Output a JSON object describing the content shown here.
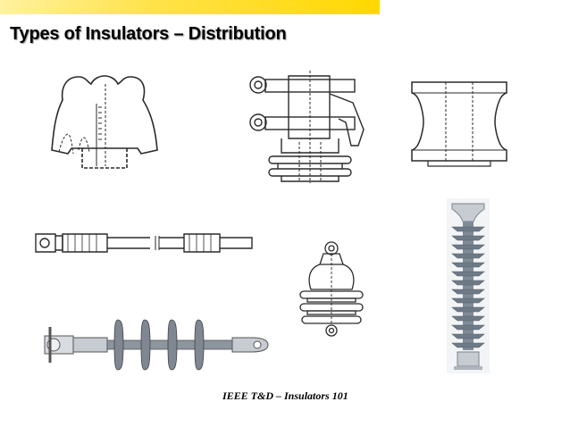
{
  "slide": {
    "title": "Types of Insulators – Distribution",
    "footer": "IEEE T&D – Insulators 101"
  },
  "figures": [
    {
      "id": "pin-type-insulator-drawing"
    },
    {
      "id": "post-type-insulator-with-clamp-drawing"
    },
    {
      "id": "spool-insulator-drawing"
    },
    {
      "id": "suspension-rod-insulator-drawing"
    },
    {
      "id": "small-pin-insulator-drawing"
    },
    {
      "id": "silicone-post-insulator-photo"
    },
    {
      "id": "polymer-suspension-insulator-photo"
    }
  ],
  "colors": {
    "top_bar": "#ffd800",
    "title": "#000000",
    "line_art": "#2a2a2a",
    "polymer_shed": "#6e7a86"
  }
}
